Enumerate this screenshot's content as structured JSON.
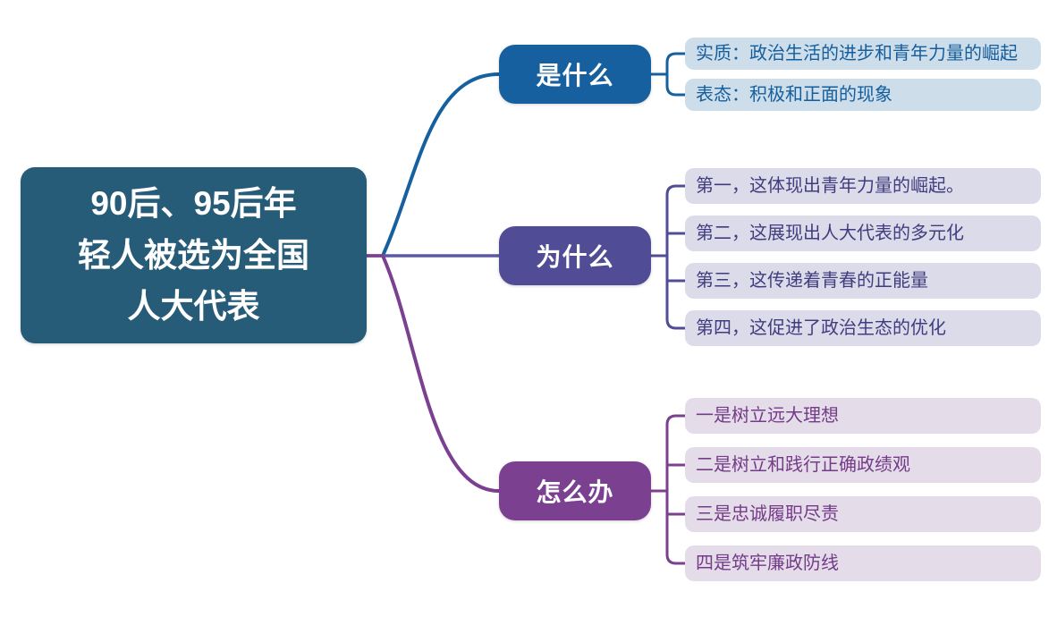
{
  "root": {
    "label": "90后、95后年轻人被选为全国人大代表",
    "lines": [
      "90后、95后年",
      "轻人被选为全国",
      "人大代表"
    ]
  },
  "branches": [
    {
      "label": "是什么",
      "leaves": [
        "实质：政治生活的进步和青年力量的崛起",
        "表态：积极和正面的现象"
      ]
    },
    {
      "label": "为什么",
      "leaves": [
        "第一，这体现出青年力量的崛起。",
        "第二，这展现出人大代表的多元化",
        "第三，这传递着青春的正能量",
        "第四，这促进了政治生态的优化"
      ]
    },
    {
      "label": "怎么办",
      "leaves": [
        "一是树立远大理想",
        "二是树立和践行正确政绩观",
        "三是忠诚履职尽责",
        "四是筑牢廉政防线"
      ]
    }
  ],
  "palette": {
    "root_bg": "#275c79",
    "node_text": "#ffffff",
    "blue": "#16609f",
    "blue_leaf_bg": "#cdddea",
    "blue_leaf_text": "#155e9d",
    "indigo": "#514c96",
    "indigo_line": "#5e58a3",
    "indigo_leaf_bg": "#dcdbe9",
    "indigo_leaf_text": "#413c80",
    "purple": "#7b4190",
    "purple_leaf_bg": "#e5dcea",
    "purple_leaf_text": "#743b88",
    "background": "#ffffff"
  }
}
